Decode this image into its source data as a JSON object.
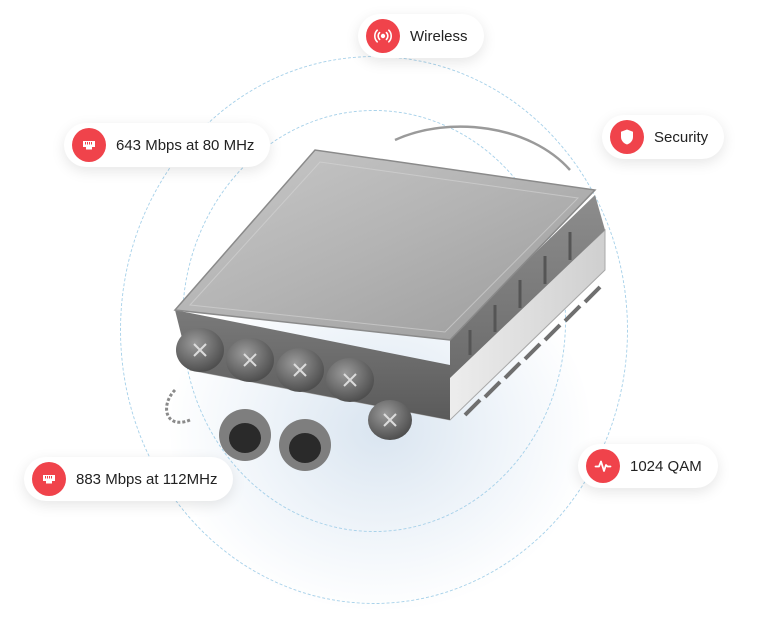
{
  "features": {
    "wireless": {
      "label": "Wireless",
      "icon": "wireless-signal-icon"
    },
    "security": {
      "label": "Security",
      "icon": "shield-icon"
    },
    "speed_80": {
      "label": "643 Mbps at 80 MHz",
      "icon": "ethernet-port-icon"
    },
    "speed_112": {
      "label": "883 Mbps at 112MHz",
      "icon": "ethernet-port-icon"
    },
    "qam": {
      "label": "1024 QAM",
      "icon": "pulse-wave-icon"
    }
  },
  "colors": {
    "accent": "#f0434b",
    "ring": "#a9d2ea"
  }
}
